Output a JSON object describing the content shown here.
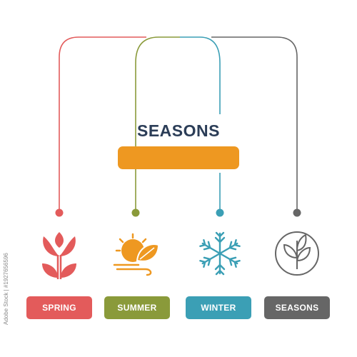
{
  "diagram": {
    "title": "SEASONS",
    "items": [
      {
        "label": "SPRING",
        "icon": "flower-icon",
        "color": "#e35b5b"
      },
      {
        "label": "SUMMER",
        "icon": "sun-leaf-wind-icon",
        "color": "#8a9a3a"
      },
      {
        "label": "WINTER",
        "icon": "snowflake-icon",
        "color": "#3b9fb5"
      },
      {
        "label": "SEASONS",
        "icon": "leaf-circle-icon",
        "color": "#666666"
      }
    ],
    "accent_color": "#ee9821",
    "title_color": "#2b3d57"
  },
  "credit": "Adobe Stock | #1927656596"
}
